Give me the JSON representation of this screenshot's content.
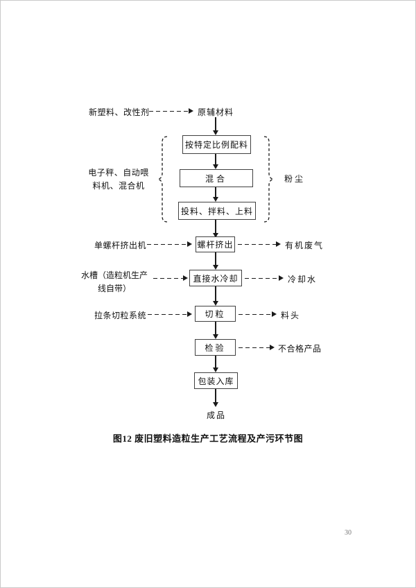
{
  "colors": {
    "line": "#1a1a1a",
    "box-border": "#404040",
    "text": "#111111",
    "page-number": "#777777",
    "page-border": "#c9c9c9"
  },
  "flowchart": {
    "source_label": "新塑料、改性剂",
    "start_node": "原辅材料",
    "nodes": {
      "batching": "按特定比例配料",
      "mixing": "混合",
      "feeding": "投料、拌料、上料",
      "extrusion": "螺杆挤出",
      "cooling": "直接水冷却",
      "pelletizing": "切粒",
      "inspection": "检验",
      "packaging": "包装入库"
    },
    "end_node": "成品",
    "group_equipment_label": {
      "line1": "电子秤、自动喂",
      "line2": "料机、混合机"
    },
    "group_emission_label": "粉尘",
    "side_inputs": {
      "extruder": "单螺杆挤出机",
      "water_tank_line1": "水槽（造粒机生产",
      "water_tank_line2": "线自带）",
      "pelletizer": "拉条切粒系统"
    },
    "side_outputs": {
      "waste_gas": "有机废气",
      "cooling_water": "冷却水",
      "scrap": "料头",
      "defective": "不合格产品"
    }
  },
  "caption": "图12 废旧塑料造粒生产工艺流程及产污环节图",
  "page_number": "30"
}
